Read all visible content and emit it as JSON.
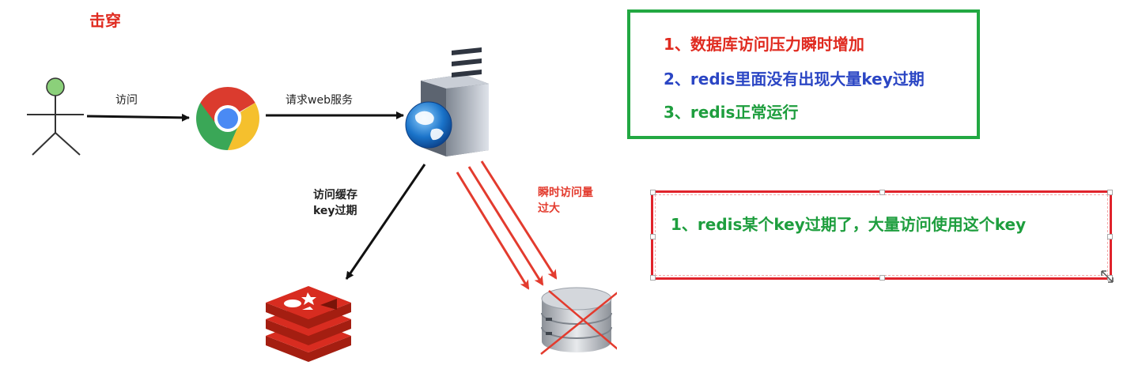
{
  "title": "击穿",
  "labels": {
    "visit": "访问",
    "request_web": "请求web服务",
    "cache_line1": "访问缓存",
    "cache_line2": "key过期",
    "burst_line1": "瞬时访问量",
    "burst_line2": "过大"
  },
  "green_box": {
    "items": [
      {
        "text": "1、数据库访问压力瞬时增加",
        "color": "#e02b20"
      },
      {
        "text": "2、redis里面没有出现大量key过期",
        "color": "#2b46c4"
      },
      {
        "text": "3、redis正常运行",
        "color": "#1e9e3e"
      }
    ],
    "border_color": "#22a842"
  },
  "red_box": {
    "text": "1、redis某个key过期了，大量访问使用这个key",
    "border_color": "#e0232b"
  },
  "icons": {
    "user": "stick-figure-icon",
    "browser": "chrome-icon",
    "server": "server-icon",
    "cache": "redis-icon",
    "database": "database-icon"
  }
}
